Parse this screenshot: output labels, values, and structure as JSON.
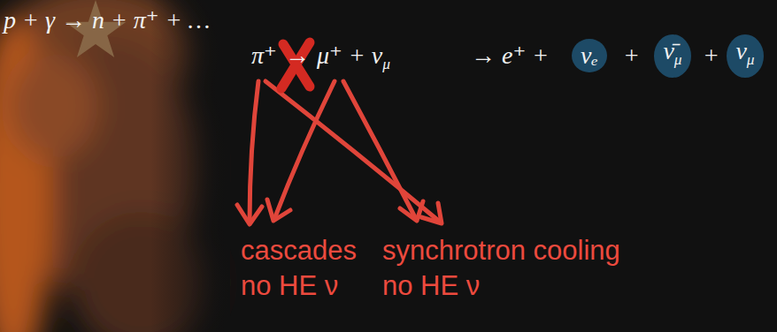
{
  "diagram": {
    "nodes": [
      {
        "text": [
          "νₑ"
        ]
      },
      {
        "text": [
          "ν̄",
          "μ"
        ]
      },
      {
        "text": [
          "ν",
          "μ"
        ]
      }
    ],
    "labels": [
      "p + γ → n + π⁺ + …",
      "π⁺",
      "→",
      "μ⁺ + ν",
      "μ",
      "→ e⁺ +",
      "+",
      "+",
      "cascades",
      "no HE ν",
      "synchrotron cooling",
      "no HE ν"
    ]
  }
}
